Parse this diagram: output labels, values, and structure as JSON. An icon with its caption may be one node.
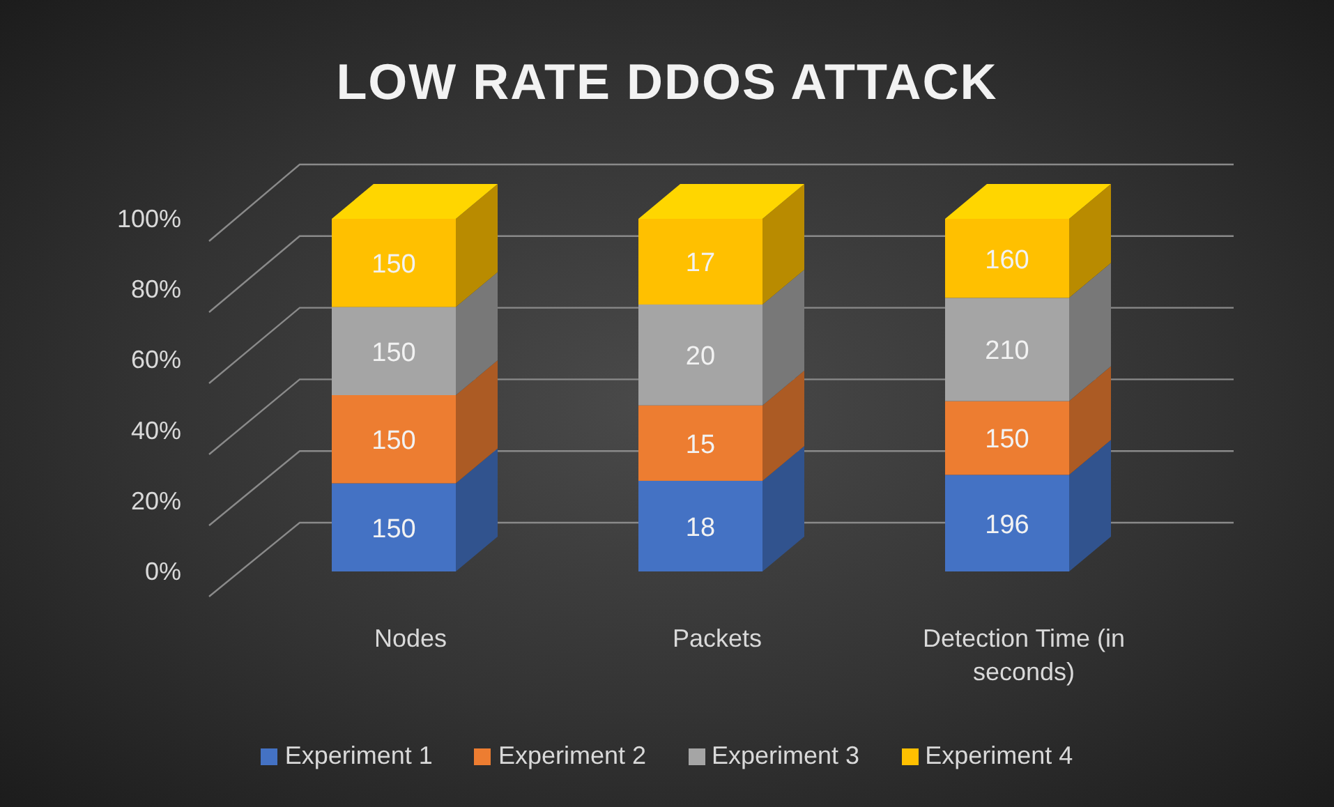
{
  "diagram": {
    "chart_data": {
      "type": "bar",
      "title": "LOW RATE DDOS ATTACK",
      "stacked": true,
      "orientation": "vertical",
      "categories": [
        "Nodes",
        "Packets",
        "Detection Time (in seconds)"
      ],
      "series": [
        {
          "name": "Experiment 1",
          "color": "#4472c4",
          "values": [
            0.25,
            0.257,
            0.274
          ]
        },
        {
          "name": "Experiment 2",
          "color": "#ed7d31",
          "values": [
            0.25,
            0.214,
            0.209
          ]
        },
        {
          "name": "Experiment 3",
          "color": "#a5a5a5",
          "values": [
            0.25,
            0.286,
            0.293
          ]
        },
        {
          "name": "Experiment 4",
          "color": "#ffc000",
          "values": [
            0.25,
            0.243,
            0.224
          ]
        }
      ],
      "value_labels": [
        [
          "150",
          "18",
          "196"
        ],
        [
          "150",
          "15",
          "150"
        ],
        [
          "150",
          "20",
          "210"
        ],
        [
          "150",
          "17",
          "160"
        ]
      ],
      "legend": "bottom",
      "ylim": [
        0,
        1
      ],
      "yticks": [
        {
          "value": 0,
          "label": "0%"
        },
        {
          "value": 0.2,
          "label": "20%"
        },
        {
          "value": 0.4,
          "label": "40%"
        },
        {
          "value": 0.6,
          "label": "60%"
        },
        {
          "value": 0.8,
          "label": "80%"
        },
        {
          "value": 1,
          "label": "100%"
        }
      ]
    }
  }
}
